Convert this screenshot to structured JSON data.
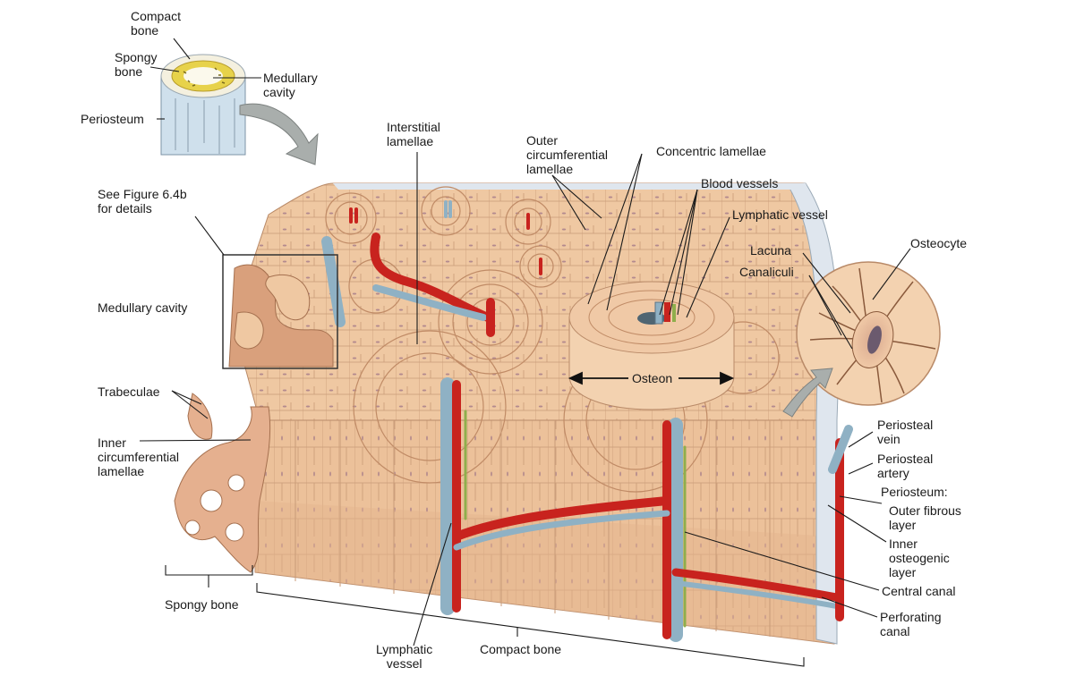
{
  "labels": {
    "compact_bone_top": "Compact\nbone",
    "spongy_bone_top": "Spongy\nbone",
    "medullary_cavity_top": "Medullary\ncavity",
    "periosteum_top": "Periosteum",
    "interstitial_lamellae": "Interstitial\nlamellae",
    "outer_circumferential_lamellae": "Outer\ncircumferential\nlamellae",
    "concentric_lamellae": "Concentric lamellae",
    "blood_vessels": "Blood vessels",
    "lymphatic_vessel_top": "Lymphatic vessel",
    "see_figure": "See Figure 6.4b\nfor details",
    "medullary_cavity": "Medullary cavity",
    "lacuna": "Lacuna",
    "osteocyte": "Osteocyte",
    "canaliculi": "Canaliculi",
    "osteon": "Osteon",
    "trabeculae": "Trabeculae",
    "inner_circumferential_lamellae": "Inner\ncircumferential\nlamellae",
    "periosteal_vein": "Periosteal\nvein",
    "periosteal_artery": "Periosteal\nartery",
    "periosteum_heading": "Periosteum:",
    "outer_fibrous_layer": "Outer fibrous\nlayer",
    "inner_osteogenic_layer": "Inner\nosteogenic\nlayer",
    "central_canal": "Central canal",
    "perforating_canal": "Perforating\ncanal",
    "spongy_bone_bottom": "Spongy bone",
    "lymphatic_vessel_bottom": "Lymphatic\nvessel",
    "compact_bone_bottom": "Compact bone"
  },
  "colors": {
    "bone": "#efc8a2",
    "bone_dark": "#dca57e",
    "bone_line": "#b98a68",
    "artery": "#c8231e",
    "vein": "#8fb1c4",
    "nerve": "#8fae4c",
    "periosteum": "#dfe6ee",
    "spongy_yellow": "#e7d24a",
    "line": "#1a1a1a",
    "arrow_gray": "#9a9f9e"
  }
}
